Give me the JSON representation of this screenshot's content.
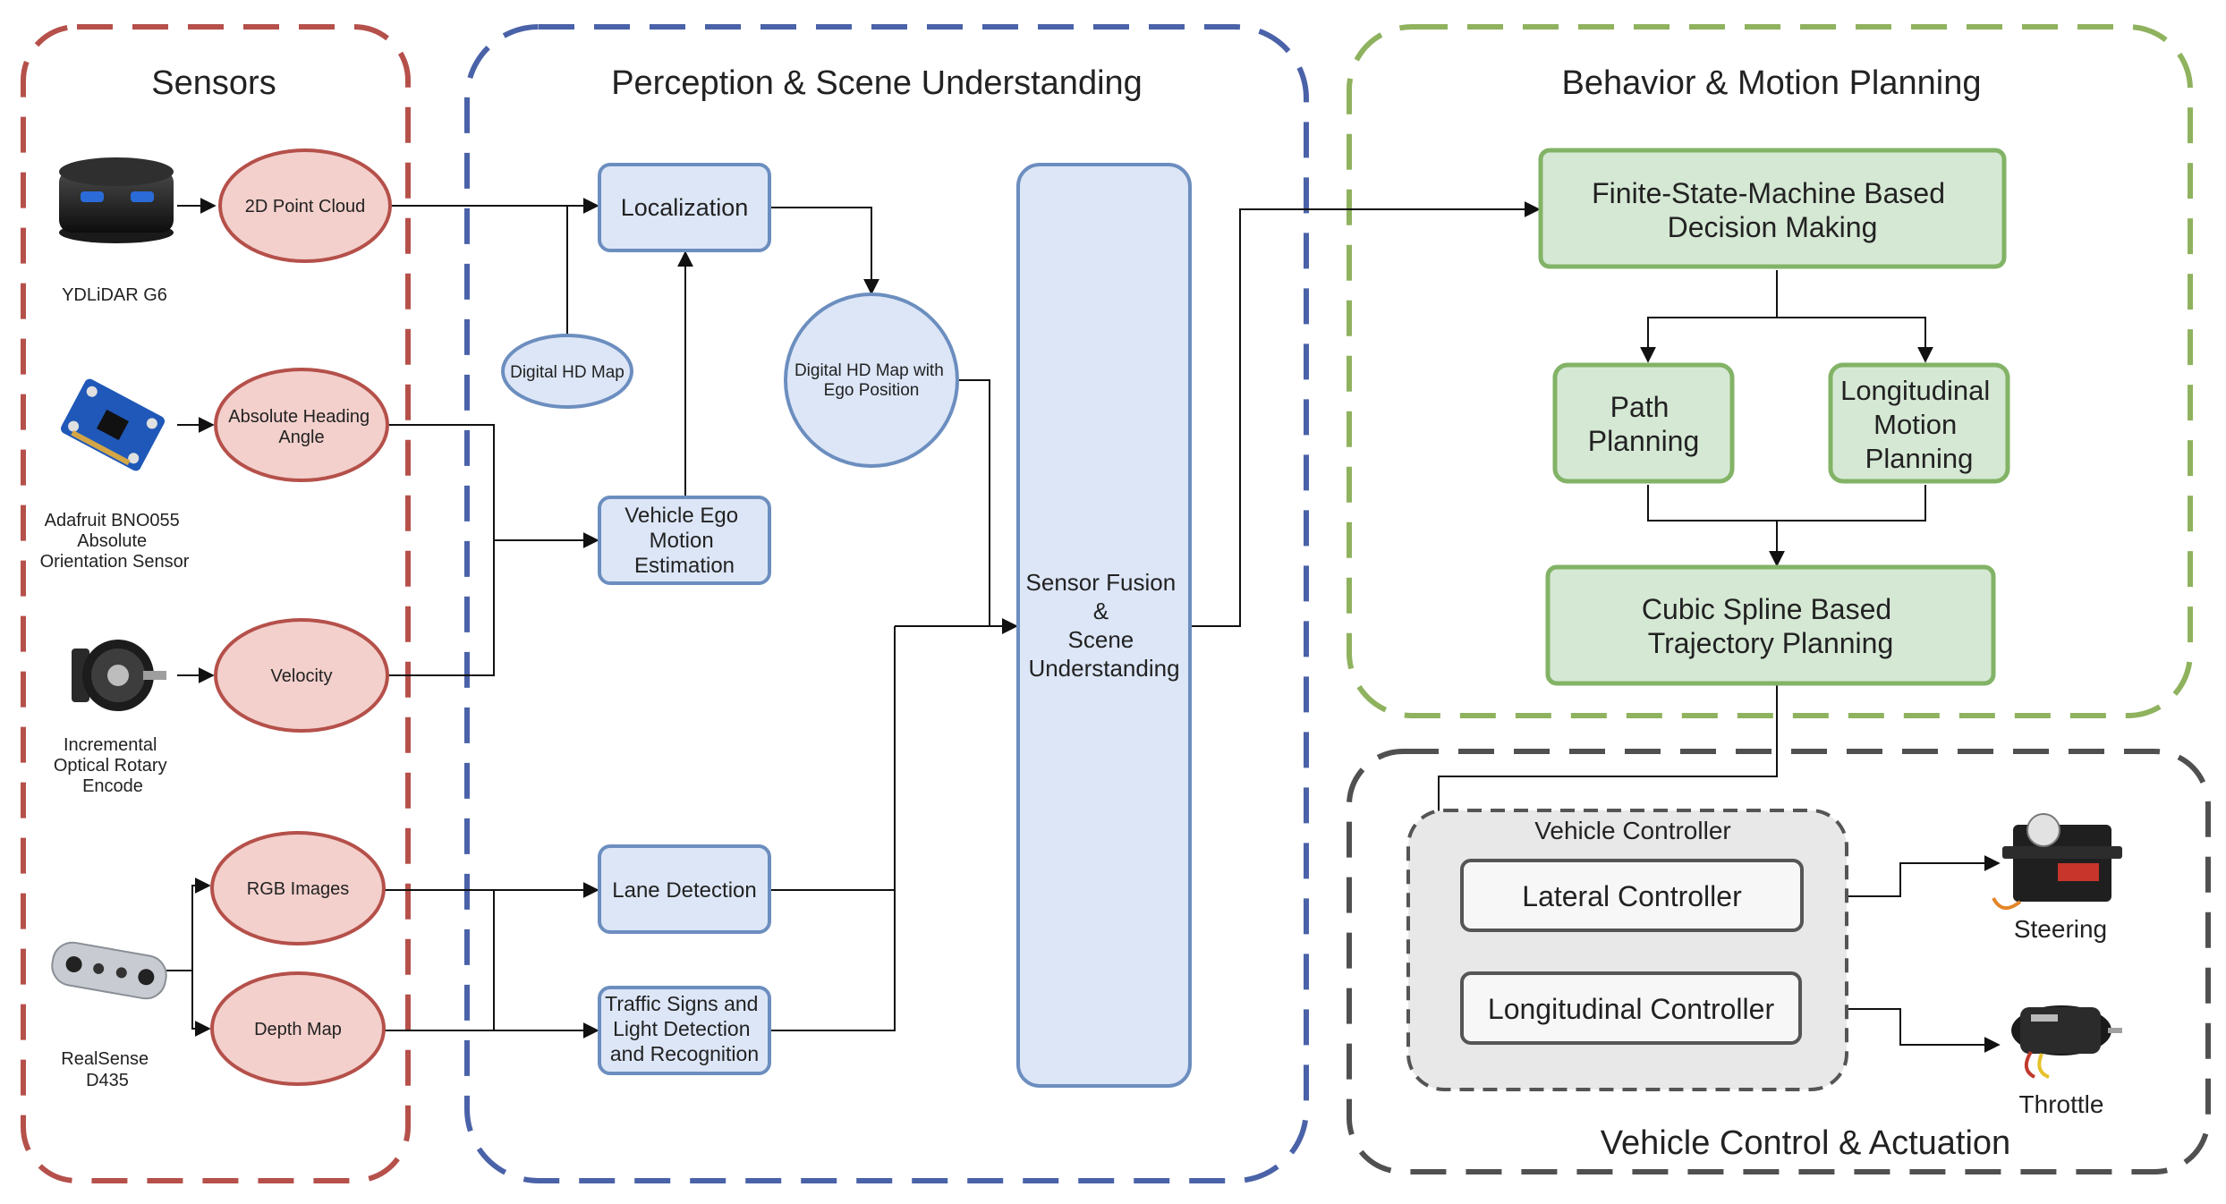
{
  "colors": {
    "sensors_border": "#b5504a",
    "perception_border": "#4a62a8",
    "planning_border": "#8fb25e",
    "control_border": "#505050",
    "ellipse_fill": "#f3d0cc",
    "ellipse_stroke": "#b5504a",
    "blue_fill": "#dce6f7",
    "blue_stroke": "#6c8ebf",
    "green_fill": "#d5e8d4",
    "green_stroke": "#82b366",
    "gray_fill": "#e8e8e8",
    "box_stroke": "#555555"
  },
  "sections": {
    "sensors": "Sensors",
    "perception": "Perception & Scene Understanding",
    "planning": "Behavior & Motion Planning",
    "control": "Vehicle Control & Actuation"
  },
  "sensors": {
    "lidar": "YDLiDAR G6",
    "imu": [
      "Adafruit BNO055",
      "Absolute",
      "Orientation Sensor"
    ],
    "encoder": [
      "Incremental",
      "Optical Rotary",
      "Encode"
    ],
    "camera": [
      "RealSense",
      "D435"
    ]
  },
  "ellipses": {
    "point_cloud": [
      "2D Point Cloud"
    ],
    "heading": [
      "Absolute Heading",
      "Angle"
    ],
    "velocity": [
      "Velocity"
    ],
    "rgb": [
      "RGB Images"
    ],
    "depth": [
      "Depth Map"
    ],
    "hd_map": [
      "Digital HD Map"
    ],
    "hd_map_ego": [
      "Digital HD Map with",
      "Ego Position"
    ]
  },
  "perception": {
    "localization": [
      "Localization"
    ],
    "ego_motion": [
      "Vehicle Ego",
      "Motion",
      "Estimation"
    ],
    "lane": [
      "Lane Detection"
    ],
    "traffic": [
      "Traffic Signs and",
      "Light Detection",
      "and Recognition"
    ],
    "fusion": [
      "Sensor Fusion",
      "&",
      "Scene",
      "Understanding"
    ]
  },
  "planning": {
    "fsm": [
      "Finite-State-Machine Based",
      "Decision Making"
    ],
    "path": [
      "Path",
      "Planning"
    ],
    "longitudinal": [
      "Longitudinal",
      "Motion",
      "Planning"
    ],
    "spline": [
      "Cubic Spline Based",
      "Trajectory Planning"
    ]
  },
  "control": {
    "vehicle_controller": "Vehicle Controller",
    "lateral": "Lateral Controller",
    "longitudinal": "Longitudinal Controller",
    "steering": "Steering",
    "throttle": "Throttle"
  }
}
